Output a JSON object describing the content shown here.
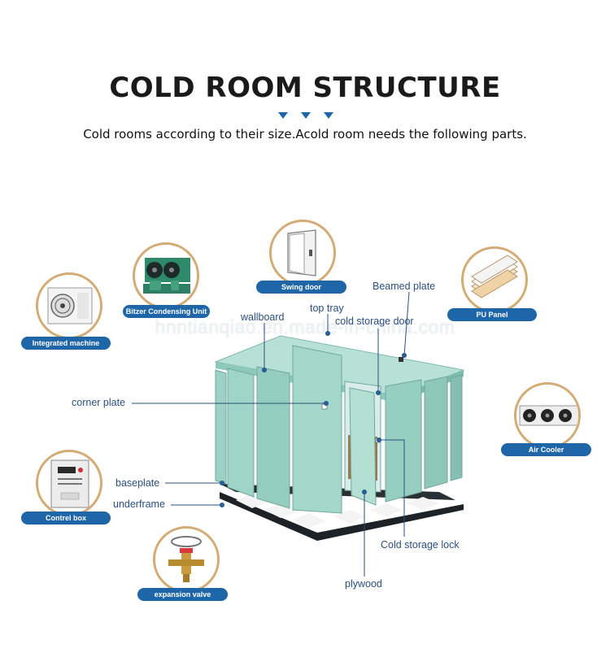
{
  "header": {
    "title": "COLD ROOM STRUCTURE",
    "subtitle": "Cold rooms according to their size.Acold room needs the following parts."
  },
  "watermark": "hnntianqiao.en.made-in-china.com",
  "colors": {
    "accent": "#1e66a8",
    "circle_border": "#d3ab74",
    "label_text": "#2b4f7f",
    "panel": "#8fc9bd"
  },
  "components": {
    "swing_door": "Swing door",
    "bitzer_condensing_unit": "Bitzer Condensing Unit",
    "integrated_machine": "Integrated machine",
    "pu_panel": "PU Panel",
    "air_cooler": "Air Cooler",
    "control_box": "Contrel box",
    "expansion_valve": "expansion valve"
  },
  "callouts": {
    "beamed_plate": "Beamed plate",
    "top_tray": "top tray",
    "wallboard": "wallboard",
    "cold_storage_door": "cold storage door",
    "corner_plate": "corner plate",
    "baseplate": "baseplate",
    "underframe": "underframe",
    "cold_storage_lock": "Cold storage lock",
    "plywood": "plywood"
  },
  "icons": [
    "chevron-down-icon",
    "swing-door-icon",
    "condensing-unit-icon",
    "integrated-machine-icon",
    "pu-panel-icon",
    "air-cooler-icon",
    "control-box-icon",
    "expansion-valve-icon"
  ]
}
